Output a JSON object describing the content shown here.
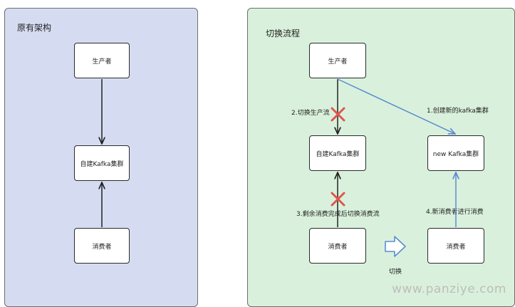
{
  "left_panel": {
    "title": "原有架构",
    "producer": "生产者",
    "cluster": "自建Kafka集群",
    "consumer": "消费者"
  },
  "right_panel": {
    "title": "切换流程",
    "producer": "生产者",
    "cluster_old": "自建Kafka集群",
    "cluster_new": "new Kafka集群",
    "consumer_old": "消费者",
    "consumer_new": "消费者",
    "step1": "1.创建新的kafka集群",
    "step2": "2.切换生产流",
    "step3": "3.剩余消费完成后切换消费流",
    "step4": "4.新消费者进行消费",
    "switch_label": "切换"
  },
  "watermark": "www.panziye.com",
  "colors": {
    "left_bg": "#d5dcf2",
    "right_bg": "#d9f1dc",
    "blue_arrow": "#5b8bd1",
    "cross": "#e0554e"
  }
}
